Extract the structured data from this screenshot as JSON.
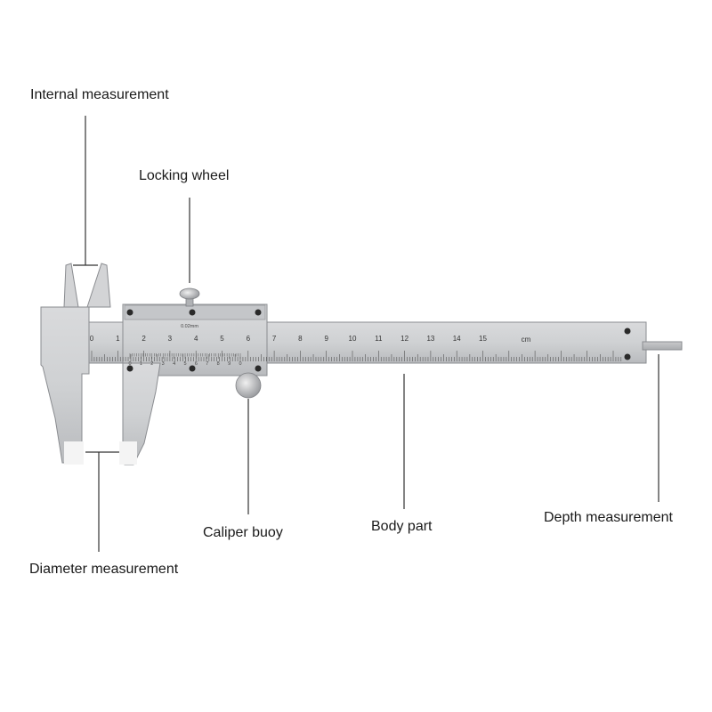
{
  "labels": {
    "internal": "Internal measurement",
    "locking": "Locking wheel",
    "buoy": "Caliper buoy",
    "body": "Body part",
    "depth": "Depth measurement",
    "diameter": "Diameter measurement"
  },
  "scale": {
    "numbers": [
      "0",
      "1",
      "2",
      "3",
      "4",
      "5",
      "6",
      "7",
      "8",
      "9",
      "10",
      "11",
      "12",
      "13",
      "14",
      "15"
    ],
    "unit": "cm",
    "vernier_resolution": "0.02mm",
    "vernier_numbers": [
      "0",
      "1",
      "2",
      "3",
      "4",
      "5",
      "6",
      "7",
      "8",
      "9",
      "0"
    ]
  }
}
